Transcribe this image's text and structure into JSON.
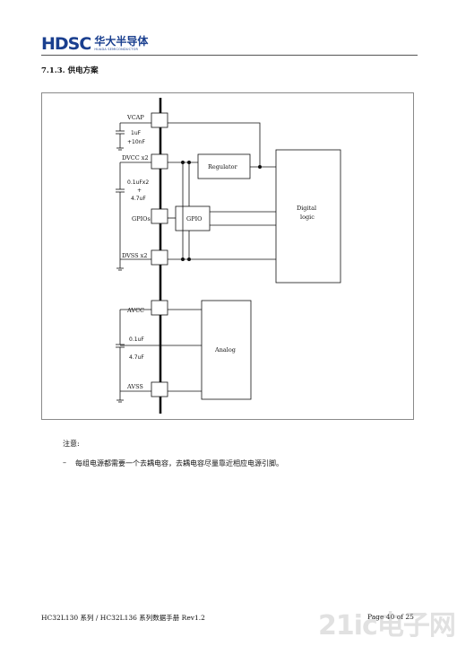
{
  "header": {
    "logo_mark": "HDSC",
    "logo_cn": "华大半导体",
    "logo_en": "HUADA SEMICONDUCTOR"
  },
  "section": {
    "title": "7.1.3. 供电方案"
  },
  "diagram": {
    "pins": {
      "vcap": "VCAP",
      "dvcc": "DVCC x2",
      "gpios": "GPIOs",
      "dvss": "DVSS x2",
      "avcc": "AVCC",
      "avss": "AVSS"
    },
    "caps": {
      "vcap_line1": "1uF",
      "vcap_line2": "+10nF",
      "dvcc_line1": "0.1uFx2",
      "dvcc_line2": "+",
      "dvcc_line3": "4.7uF",
      "avcc_line1": "0.1uF",
      "avcc_line2": "4.7uF"
    },
    "blocks": {
      "regulator": "Regulator",
      "gpio": "GPIO",
      "digital_line1": "Digital",
      "digital_line2": "logic",
      "analog": "Analog"
    }
  },
  "notes": {
    "label": "注意:",
    "dash": "–",
    "item1": "每组电源都需要一个去耦电容，去耦电容尽量靠近相应电源引脚。"
  },
  "footer": {
    "left": "HC32L130 系列 / HC32L136 系列数据手册 Rev1.2",
    "right": "Page 40 of 25"
  },
  "watermark": "21ic电子网"
}
